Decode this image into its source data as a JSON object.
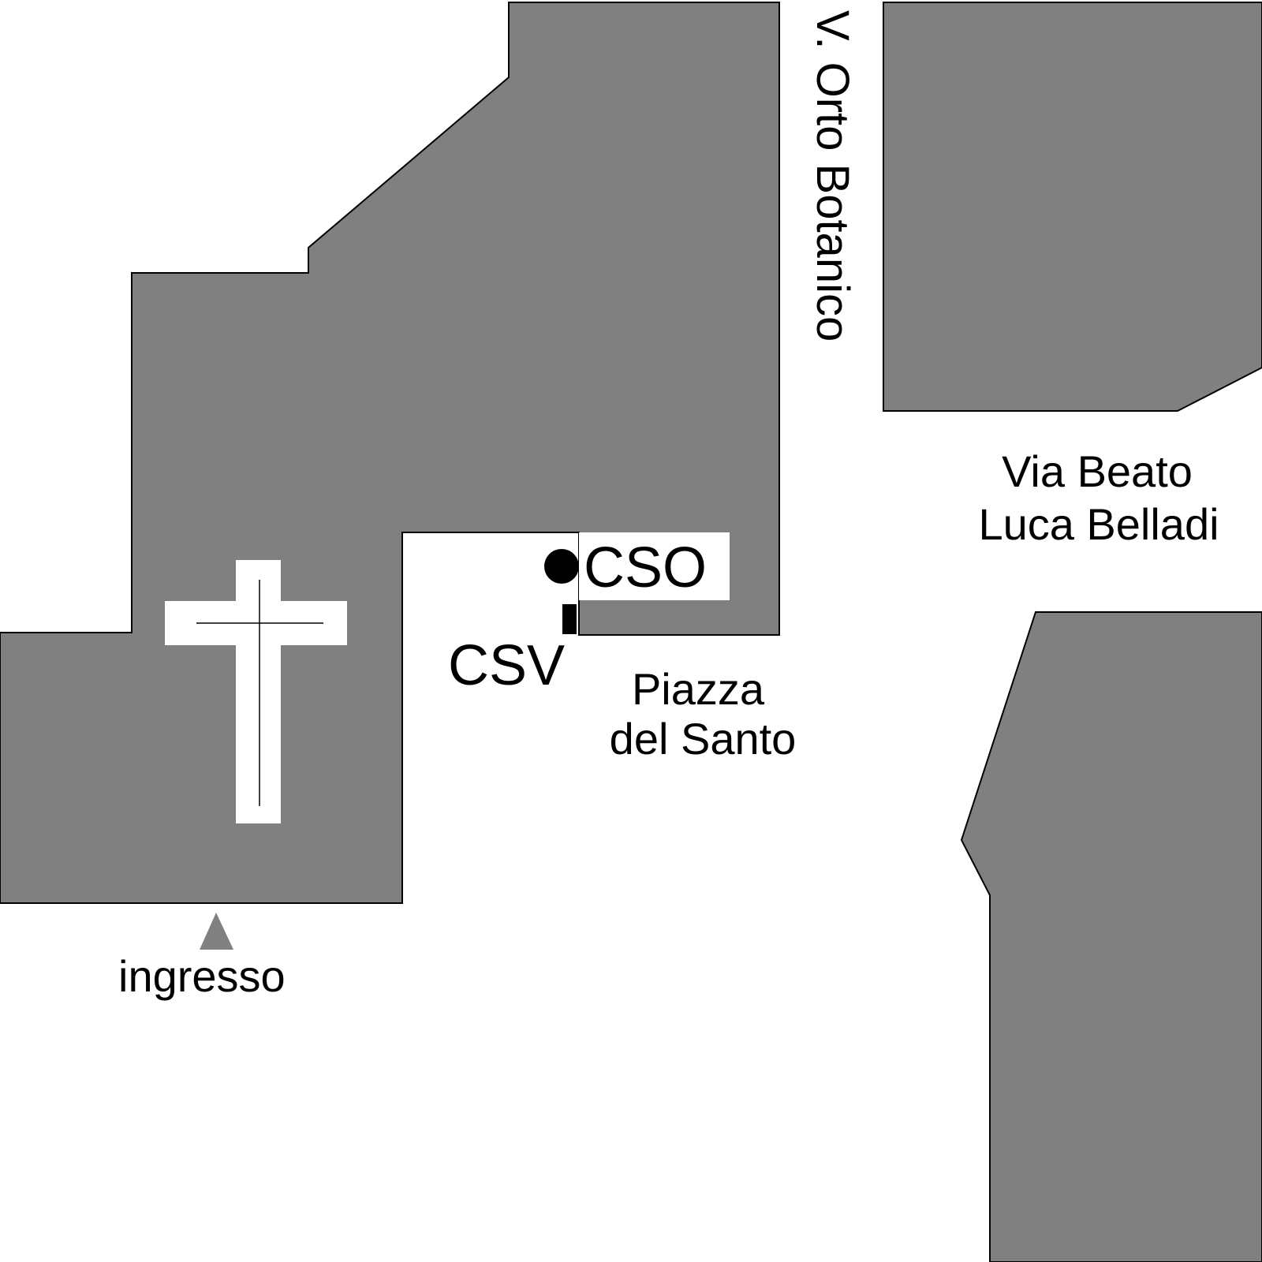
{
  "colors": {
    "block": "#808080",
    "outline": "#000000",
    "background": "#ffffff",
    "cross": "#ffffff",
    "marker": "#000000",
    "entrance": "#808080"
  },
  "labels": {
    "street_orto_botanico": "V. Orto Botanico",
    "street_beato_line1": "Via Beato",
    "street_beato_line2": "Luca Belladi",
    "piazza_line1": "Piazza",
    "piazza_line2": "del Santo",
    "cso": "CSO",
    "csv": "CSV",
    "entrance": "ingresso"
  },
  "icons": {
    "church": "cross-icon",
    "cso_marker": "filled-circle-icon",
    "csv_marker": "small-square-icon",
    "entrance": "triangle-up-icon"
  }
}
